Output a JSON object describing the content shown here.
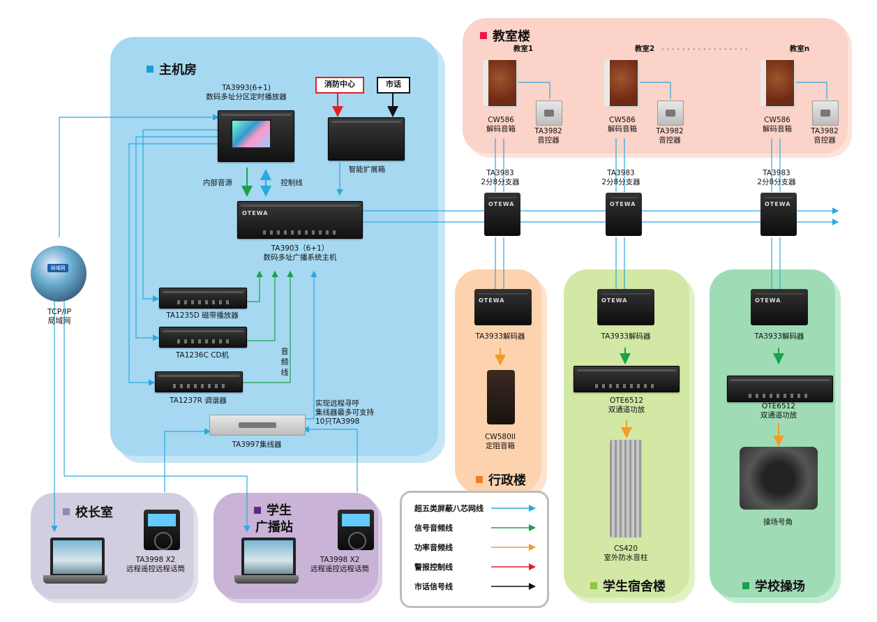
{
  "zones": {
    "main_room": "主机房",
    "classroom": "教室楼",
    "admin": "行政楼",
    "dorm": "学生宿舍楼",
    "playground": "学校操场",
    "principal": "校长室",
    "student_station_1": "学生",
    "student_station_2": "广播站"
  },
  "devices": {
    "ta3993": [
      "TA3993(6+1)",
      "数码多址分区定时播放器"
    ],
    "expansion": "智能扩展箱",
    "fire_center": "消防中心",
    "city_phone": "市话",
    "internal_source": "内部音源",
    "control_line": "控制线",
    "ta3903": [
      "TA3903（6+1）",
      "数码多址广播系统主机"
    ],
    "ta1235d": "TA1235D 磁带播放器",
    "ta1236c": "TA1236C CD机",
    "ta1237r": "TA1237R 调谐器",
    "audio_line": [
      "音",
      "频",
      "线"
    ],
    "remote_note": [
      "实现远程寻呼",
      "集线器最多可支持",
      "10只TA3998"
    ],
    "ta3997": "TA3997集线器",
    "tcpip": [
      "TCP/IP",
      "局域网"
    ],
    "lan_badge": "局域网",
    "classrooms": [
      "教室1",
      "教室2",
      "教室n"
    ],
    "dots": "·················",
    "cw586": [
      "CW586",
      "解码音箱"
    ],
    "ta3982": [
      "TA3982",
      "音控器"
    ],
    "ta3983": [
      "TA3983",
      "2分8分支器"
    ],
    "ta3933": "TA3933解码器",
    "cw580": [
      "CW580II",
      "定阻音箱"
    ],
    "ote6512": [
      "OTE6512",
      "双通道功放"
    ],
    "cs420": [
      "CS420",
      "室外防水音柱"
    ],
    "horn": "操场号角",
    "ta3998": [
      "TA3998 X2",
      "远程遥控远程话筒"
    ],
    "brand": "OTEWA"
  },
  "legend": [
    {
      "label": "超五类屏蔽八芯网线",
      "color": "#29a9e0"
    },
    {
      "label": "信号音频线",
      "color": "#1aa24a"
    },
    {
      "label": "功率音频线",
      "color": "#f39a2b"
    },
    {
      "label": "警报控制线",
      "color": "#e41e26"
    },
    {
      "label": "市话信号线",
      "color": "#111111"
    }
  ],
  "colors": {
    "main_room": "#a6d8f2",
    "classroom": "#fbd3c8",
    "admin": "#fcd3ae",
    "dorm": "#d2e8a4",
    "playground": "#9fdcb6",
    "principal": "#d3cde0",
    "student": "#c9b3d6"
  }
}
